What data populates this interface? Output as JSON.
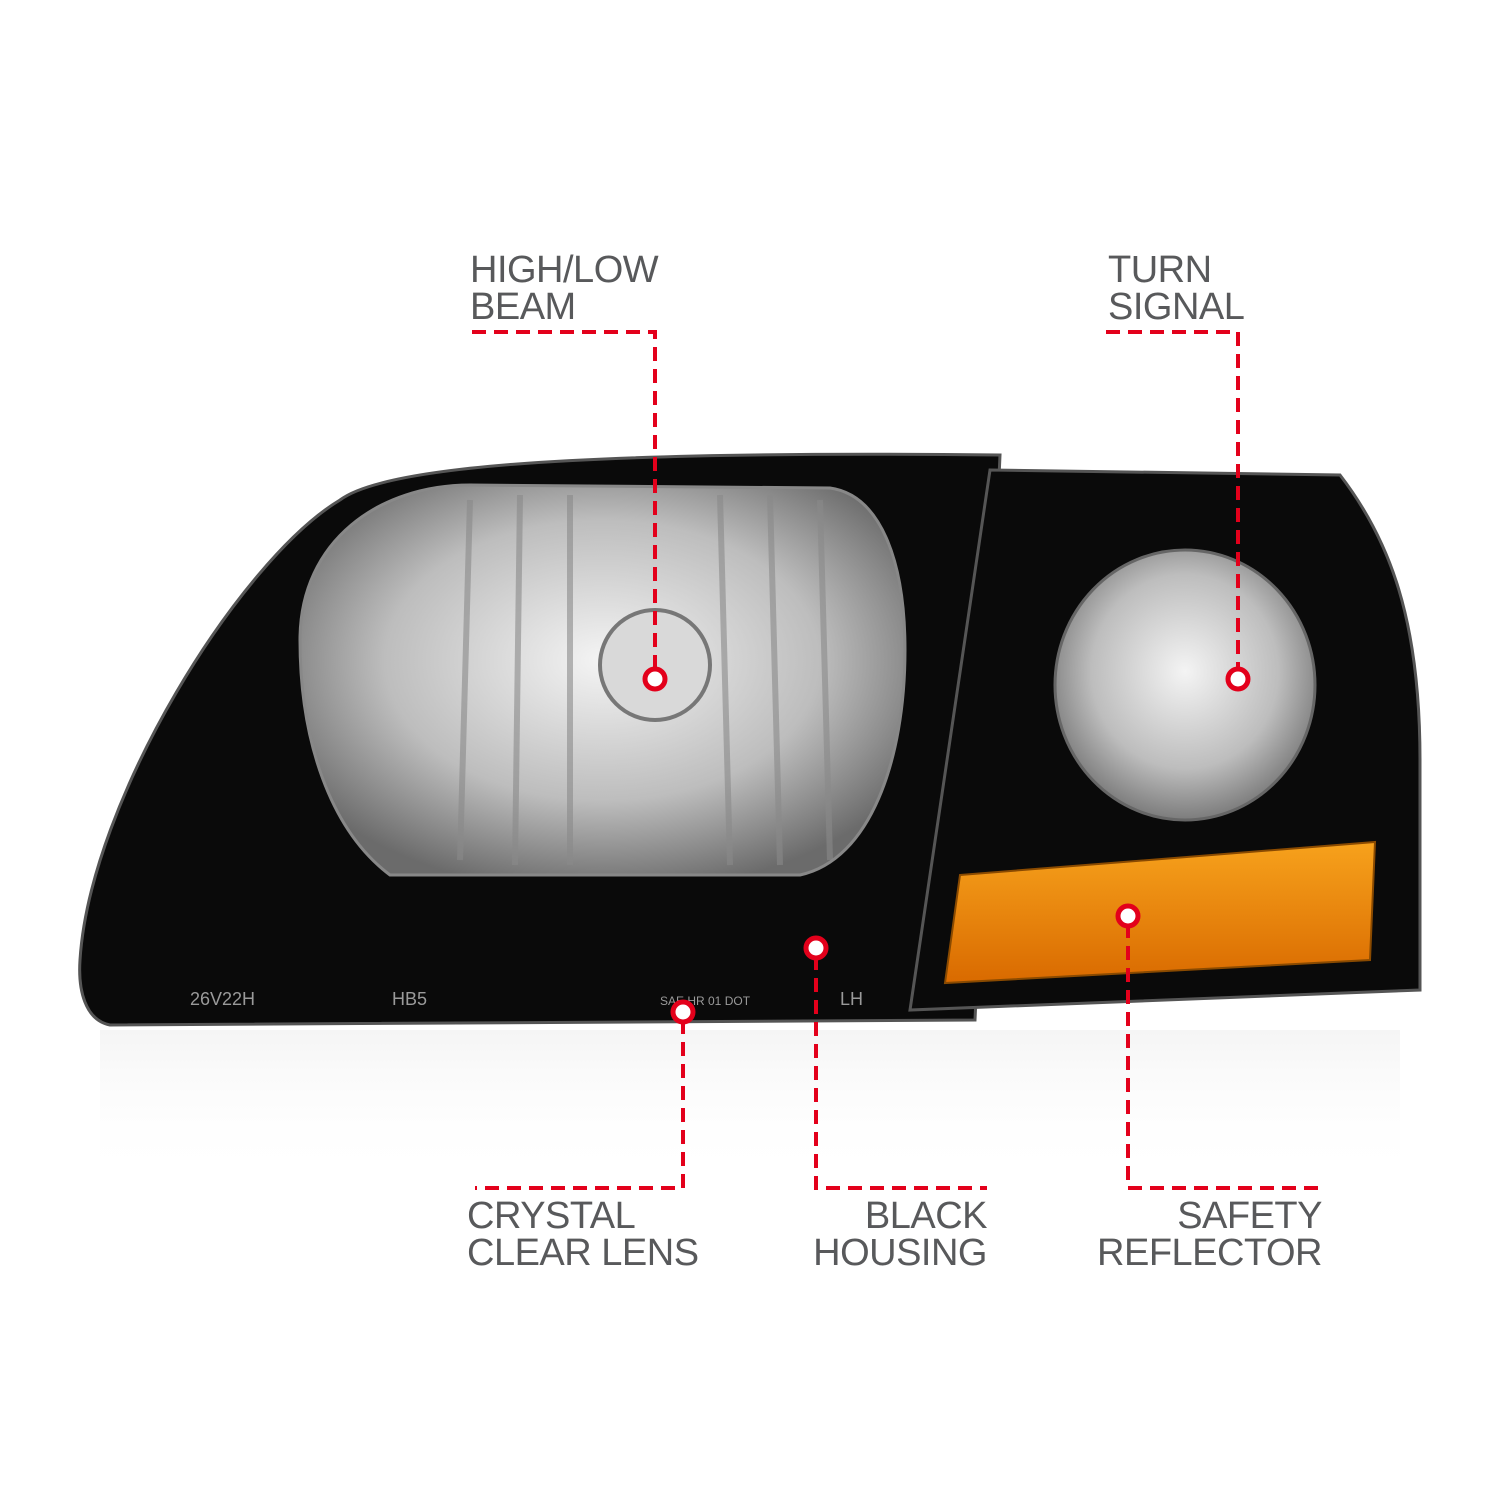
{
  "callouts": {
    "high_low_beam": {
      "line1": "HIGH/LOW",
      "line2": "BEAM"
    },
    "turn_signal": {
      "line1": "TURN",
      "line2": "SIGNAL"
    },
    "crystal_clear_lens": {
      "line1": "CRYSTAL",
      "line2": "CLEAR LENS"
    },
    "black_housing": {
      "line1": "BLACK",
      "line2": "HOUSING"
    },
    "safety_reflector": {
      "line1": "SAFETY",
      "line2": "REFLECTOR"
    }
  },
  "product_markings": [
    "26V22H",
    "HB5",
    "SAE HR 01 DOT",
    "LH"
  ],
  "colors": {
    "callout_line": "#e3001b",
    "label_text": "#58595b",
    "housing": "#0a0a0a",
    "reflector": "#f08a00"
  }
}
